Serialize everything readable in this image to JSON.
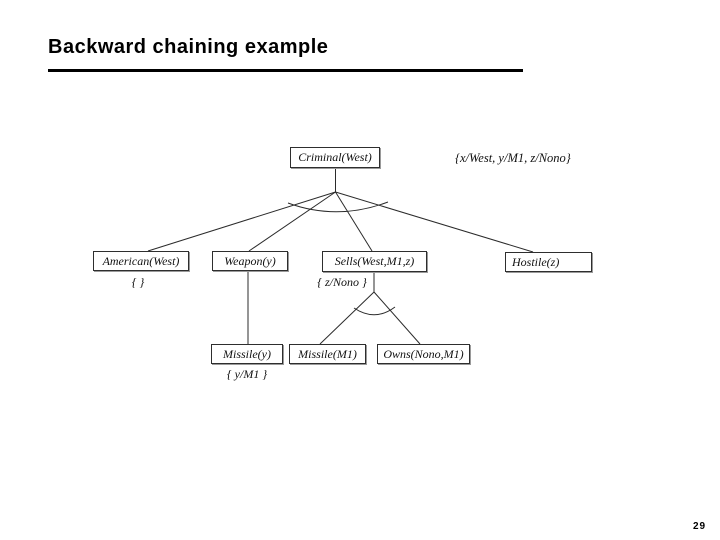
{
  "slide": {
    "title": "Backward chaining example",
    "page_number": "29"
  },
  "proof_tree": {
    "substitution_annotation": "{x/West, y/M1, z/Nono}",
    "nodes": {
      "criminal": {
        "label": "Criminal(West)"
      },
      "american": {
        "label": "American(West)",
        "substitution": "{ }"
      },
      "weapon": {
        "label": "Weapon(y)"
      },
      "sells": {
        "label": "Sells(West,M1,z)",
        "substitution": "{ z/Nono }"
      },
      "hostile": {
        "label": "Hostile(z)"
      },
      "missile_y": {
        "label": "Missile(y)",
        "substitution": "{ y/M1 }"
      },
      "missile_m1": {
        "label": "Missile(M1)"
      },
      "owns": {
        "label": "Owns(Nono,M1)"
      }
    }
  },
  "colors": {
    "background": "#ffffff",
    "edge": "#2b2b2b",
    "text": "#111111",
    "title": "#000000"
  }
}
